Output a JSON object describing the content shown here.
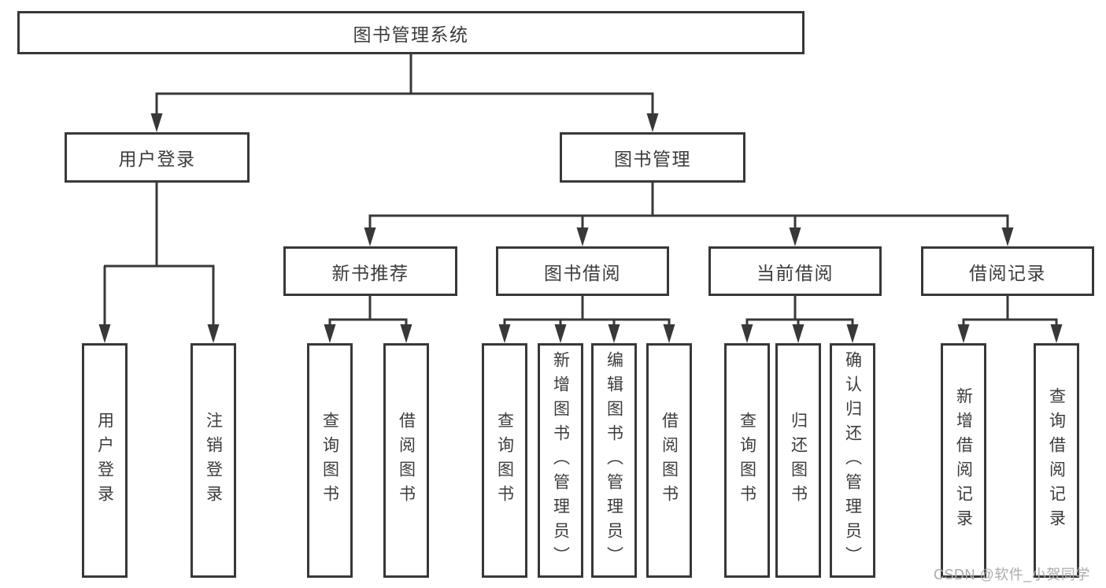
{
  "diagram": {
    "type": "hierarchy",
    "tree": {
      "label": "图书管理系统",
      "children": [
        {
          "label": "用户登录",
          "children": [
            {
              "label": "用户登录"
            },
            {
              "label": "注销登录"
            }
          ]
        },
        {
          "label": "图书管理",
          "children": [
            {
              "label": "新书推荐",
              "children": [
                {
                  "label": "查询图书"
                },
                {
                  "label": "借阅图书"
                }
              ]
            },
            {
              "label": "图书借阅",
              "children": [
                {
                  "label": "查询图书"
                },
                {
                  "label": "新增图书（管理员）"
                },
                {
                  "label": "编辑图书（管理员）"
                },
                {
                  "label": "借阅图书"
                }
              ]
            },
            {
              "label": "当前借阅",
              "children": [
                {
                  "label": "查询图书"
                },
                {
                  "label": "归还图书"
                },
                {
                  "label": "确认归还（管理员）"
                }
              ]
            },
            {
              "label": "借阅记录",
              "children": [
                {
                  "label": "新增借阅记录"
                },
                {
                  "label": "查询借阅记录"
                }
              ]
            }
          ]
        }
      ]
    },
    "colors": {
      "line": "#383838",
      "box_border": "#383838",
      "text": "#3c3c3c",
      "watermark": "#ababab",
      "background": "#ffffff"
    }
  },
  "watermark": {
    "text": "CSDN @软件_小贺同学"
  }
}
